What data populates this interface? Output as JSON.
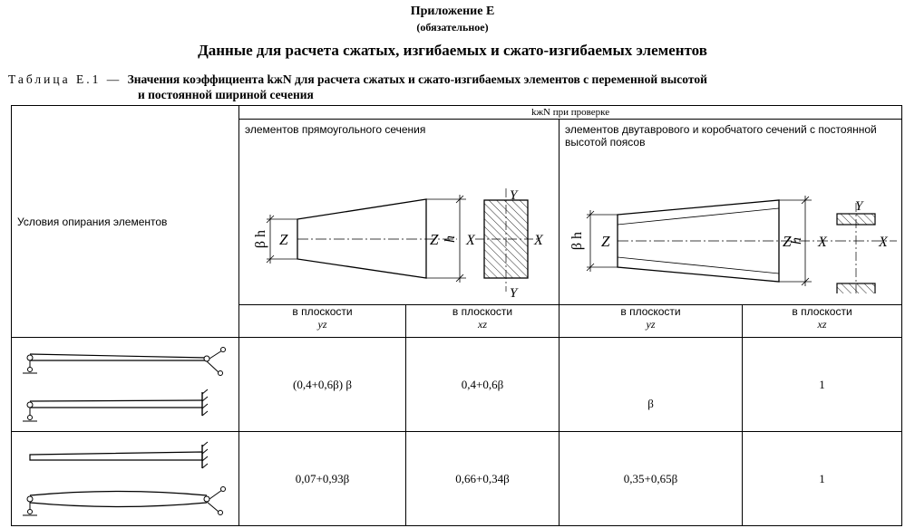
{
  "header": {
    "appendix": "Приложение Е",
    "note": "(обязательное)",
    "section_title": "Данные для расчета сжатых, изгибаемых и сжато-изгибаемых элементов"
  },
  "caption": {
    "label": "Таблица Е.1 — ",
    "title_line1": "Значения коэффициента kжN для расчета сжатых и сжато-изгибаемых элементов с переменной высотой",
    "title_line2": "и постоянной шириной сечения"
  },
  "table": {
    "condition_header": "Условия опирания элементов",
    "k_header": "kжN при проверке",
    "rect_header": "элементов прямоугольного сечения",
    "ibeam_header": "элементов двутаврового и коробчатого сечений с постоянной высотой поясов",
    "diagram_labels": {
      "beta_h": "β h",
      "z": "Z",
      "h": "h",
      "x": "X",
      "y": "Y"
    },
    "planes": [
      {
        "label": "в плоскости",
        "axis": "yz"
      },
      {
        "label": "в плоскости",
        "axis": "xz"
      },
      {
        "label": "в плоскости",
        "axis": "yz"
      },
      {
        "label": "в плоскости",
        "axis": "xz"
      }
    ],
    "rows": [
      {
        "values": [
          "(0,4+0,6β) β",
          "0,4+0,6β",
          "β",
          "1"
        ]
      },
      {
        "values": [
          "0,07+0,93β",
          "0,66+0,34β",
          "0,35+0,65β",
          "1"
        ]
      }
    ]
  }
}
